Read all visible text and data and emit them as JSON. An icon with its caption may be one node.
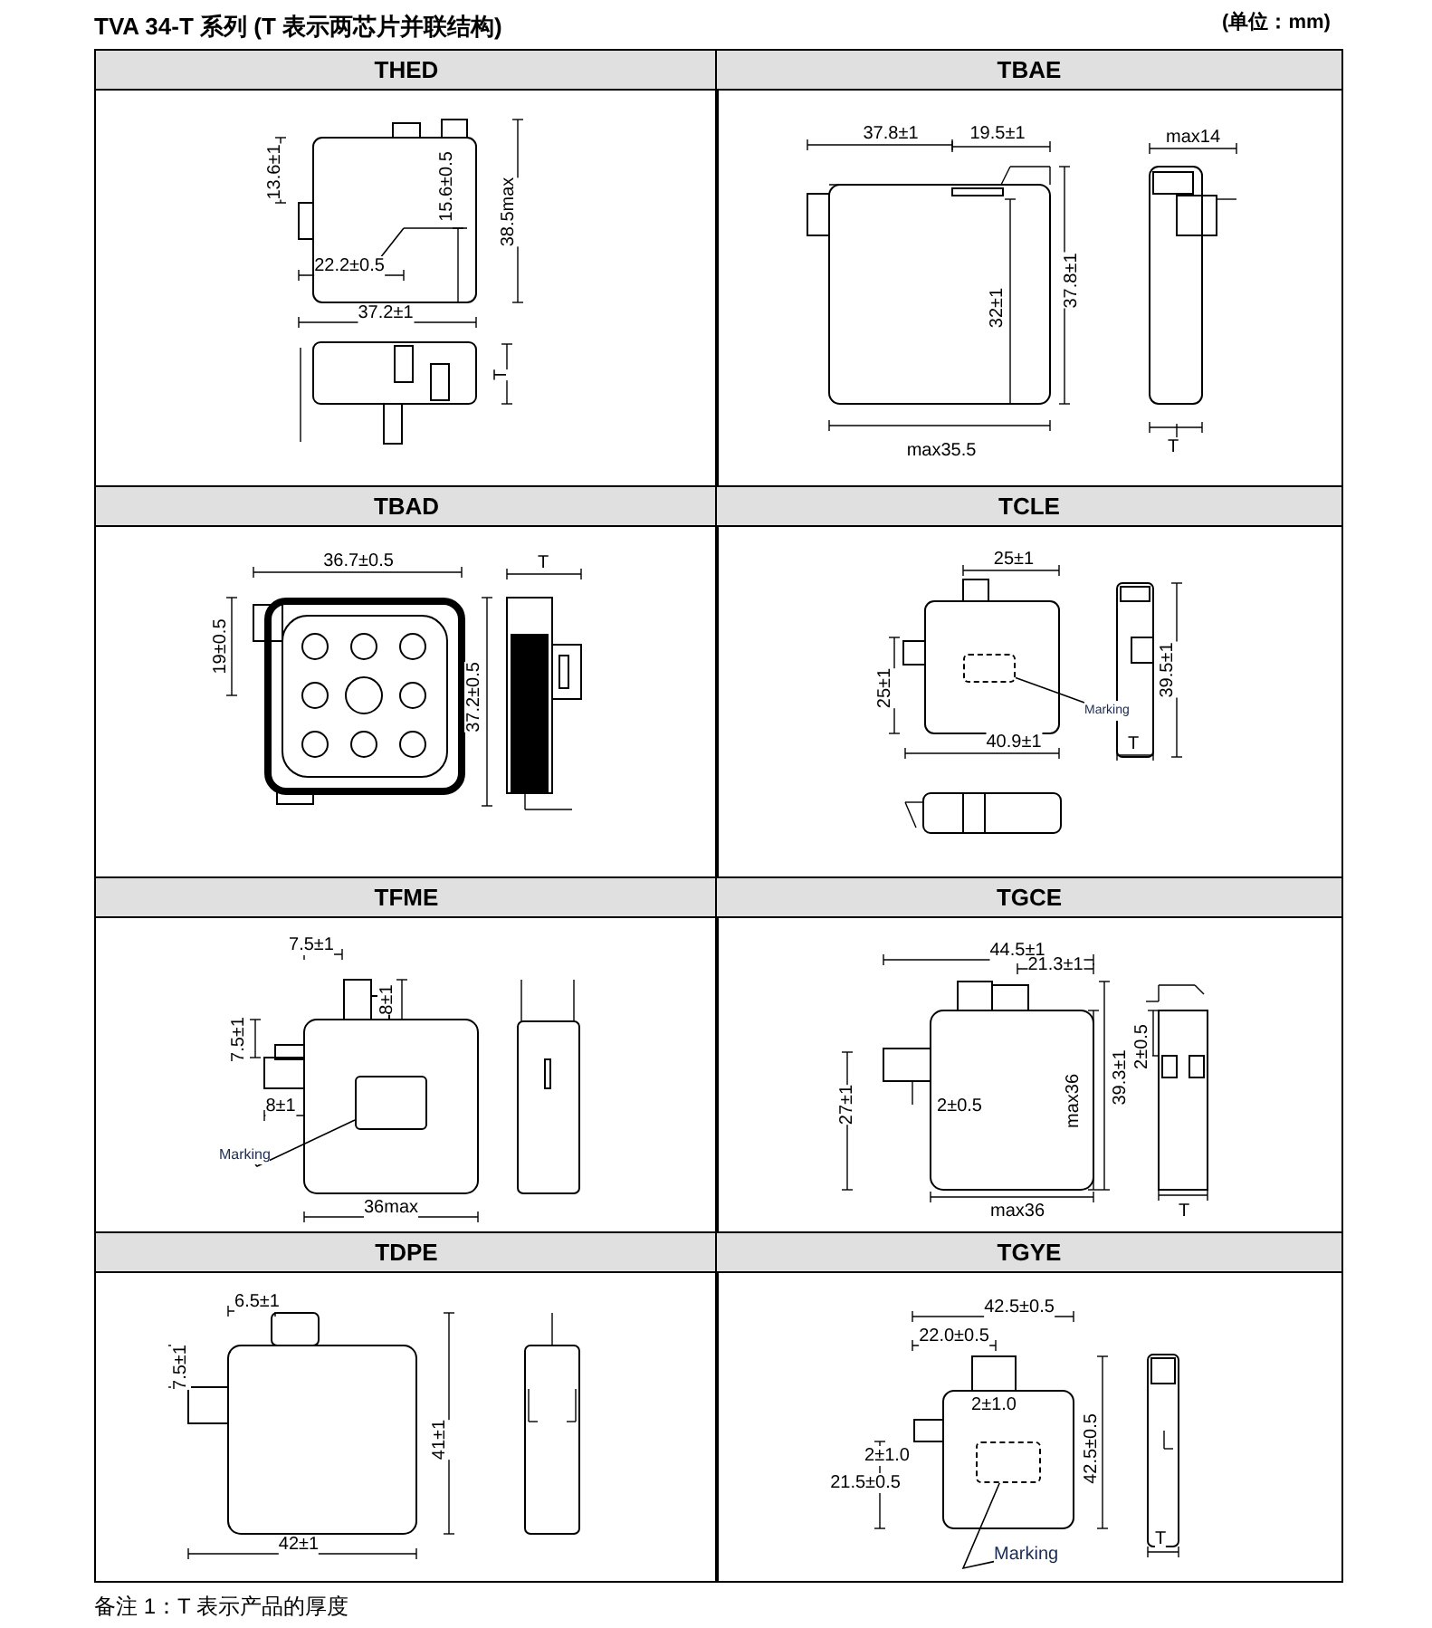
{
  "diagram": {
    "title": "TVA 34-T 系列 (T 表示两芯片并联结构)",
    "caption": "备注 1：T 表示产品的厚度",
    "nodes": [
      {
        "text": [
          "THED"
        ]
      },
      {
        "text": [
          "TBAE"
        ]
      },
      {
        "text": [
          "TBAD"
        ]
      },
      {
        "text": [
          "TCLE"
        ]
      },
      {
        "text": [],
        "shape": "box",
        "in": 3
      },
      {
        "text": [
          "Marking"
        ],
        "in": 3
      },
      {
        "text": [
          "TFME"
        ]
      },
      {
        "text": [],
        "shape": "box",
        "in": 6
      },
      {
        "text": [
          "Marking"
        ],
        "in": 6
      },
      {
        "text": [
          "TGCE"
        ]
      },
      {
        "text": [
          "TDPE"
        ]
      },
      {
        "text": [
          "TGYE"
        ]
      },
      {
        "text": [],
        "shape": "box",
        "in": 11
      },
      {
        "text": [
          "Marking"
        ],
        "in": 11
      }
    ],
    "edges": [
      {
        "from": 5,
        "to": 4,
        "arrow": "none"
      },
      {
        "from": 8,
        "to": 7,
        "arrow": "none"
      },
      {
        "from": 13,
        "to": 12,
        "arrow": "none"
      }
    ],
    "labels": [
      "(单位：mm)",
      "13.6±1",
      "15.6±0.5",
      "38.5max",
      "22.2±0.5",
      "37.2±1",
      "T",
      "37.8±1",
      "19.5±1",
      "max14",
      "32±1",
      "37.8±1",
      "max35.5",
      "T",
      "36.7±0.5",
      "T",
      "19±0.5",
      "37.2±0.5",
      "25±1",
      "25±1",
      "39.5±1",
      "40.9±1",
      "T",
      "7.5±1",
      "8±1",
      "7.5±1",
      "8±1",
      "36max",
      "44.5±1",
      "21.3±1",
      "27±1",
      "2±0.5",
      "max36",
      "39.3±1",
      "2±0.5",
      "max36",
      "T",
      "6.5±1",
      "7.5±1",
      "41±1",
      "42±1",
      "42.5±0.5",
      "22.0±0.5",
      "2±1.0",
      "2±1.0",
      "42.5±0.5",
      "21.5±0.5",
      "T"
    ]
  }
}
